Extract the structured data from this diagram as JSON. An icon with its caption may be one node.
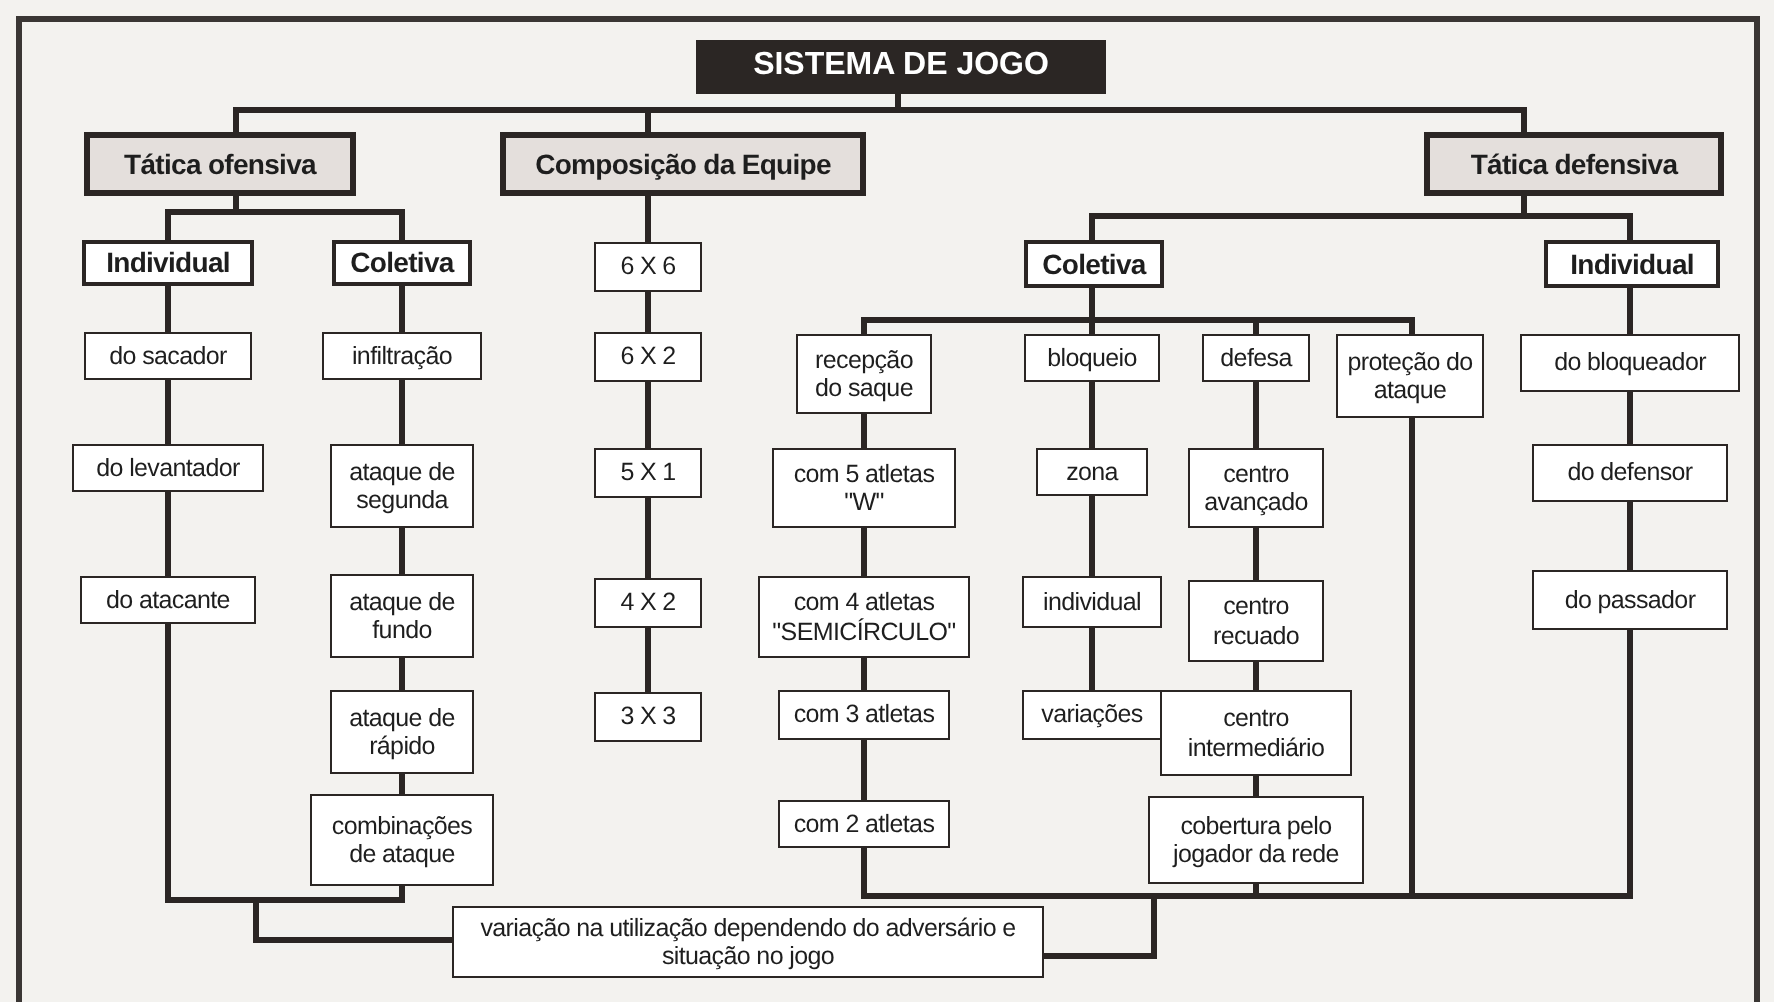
{
  "diagram": {
    "nodes": [
      {
        "text": [
          "SISTEMA DE JOGO"
        ]
      },
      {
        "text": [
          "Tática ofensiva"
        ]
      },
      {
        "text": [
          "Composição da Equipe"
        ]
      },
      {
        "text": [
          "Tática defensiva"
        ]
      },
      {
        "text": [
          "Individual"
        ]
      },
      {
        "text": [
          "Coletiva"
        ]
      },
      {
        "text": [
          "do sacador"
        ]
      },
      {
        "text": [
          "do levantador"
        ]
      },
      {
        "text": [
          "do atacante"
        ]
      },
      {
        "text": [
          "infiltração"
        ]
      },
      {
        "text": [
          "ataque de segunda"
        ]
      },
      {
        "text": [
          "ataque de fundo"
        ]
      },
      {
        "text": [
          "ataque de rápido"
        ]
      },
      {
        "text": [
          "combinações de ataque"
        ]
      },
      {
        "text": [
          "6 X 6"
        ]
      },
      {
        "text": [
          "6 X 2"
        ]
      },
      {
        "text": [
          "5 X 1"
        ]
      },
      {
        "text": [
          "4 X 2"
        ]
      },
      {
        "text": [
          "3 X 3"
        ]
      },
      {
        "text": [
          "Coletiva"
        ]
      },
      {
        "text": [
          "Individual"
        ]
      },
      {
        "text": [
          "recepção do saque"
        ]
      },
      {
        "text": [
          "bloqueio"
        ]
      },
      {
        "text": [
          "defesa"
        ]
      },
      {
        "text": [
          "proteção do ataque"
        ]
      },
      {
        "text": [
          "com 5 atletas \"W\""
        ]
      },
      {
        "text": [
          "com 4 atletas \"SEMICÍRCULO\""
        ]
      },
      {
        "text": [
          "com 3 atletas"
        ]
      },
      {
        "text": [
          "com 2 atletas"
        ]
      },
      {
        "text": [
          "zona"
        ]
      },
      {
        "text": [
          "individual"
        ]
      },
      {
        "text": [
          "variações"
        ]
      },
      {
        "text": [
          "centro avançado"
        ]
      },
      {
        "text": [
          "centro recuado"
        ]
      },
      {
        "text": [
          "centro intermediário"
        ]
      },
      {
        "text": [
          "cobertura pelo jogador da rede"
        ]
      },
      {
        "text": [
          "do bloqueador"
        ]
      },
      {
        "text": [
          "do defensor"
        ]
      },
      {
        "text": [
          "do passador"
        ]
      },
      {
        "text": [
          "variação na utilização dependendo do adversário e situação no jogo"
        ]
      }
    ],
    "edges": [
      {
        "from": 0,
        "to": 1,
        "arrow": "none"
      },
      {
        "from": 0,
        "to": 2,
        "arrow": "none"
      },
      {
        "from": 0,
        "to": 3,
        "arrow": "none"
      },
      {
        "from": 1,
        "to": 4,
        "arrow": "none"
      },
      {
        "from": 1,
        "to": 5,
        "arrow": "none"
      },
      {
        "from": 4,
        "to": 6,
        "arrow": "none"
      },
      {
        "from": 6,
        "to": 7,
        "arrow": "none"
      },
      {
        "from": 7,
        "to": 8,
        "arrow": "none"
      },
      {
        "from": 5,
        "to": 9,
        "arrow": "none"
      },
      {
        "from": 9,
        "to": 10,
        "arrow": "none"
      },
      {
        "from": 10,
        "to": 11,
        "arrow": "none"
      },
      {
        "from": 11,
        "to": 12,
        "arrow": "none"
      },
      {
        "from": 12,
        "to": 13,
        "arrow": "none"
      },
      {
        "from": 2,
        "to": 14,
        "arrow": "none"
      },
      {
        "from": 14,
        "to": 15,
        "arrow": "none"
      },
      {
        "from": 15,
        "to": 16,
        "arrow": "none"
      },
      {
        "from": 16,
        "to": 17,
        "arrow": "none"
      },
      {
        "from": 17,
        "to": 18,
        "arrow": "none"
      },
      {
        "from": 3,
        "to": 19,
        "arrow": "none"
      },
      {
        "from": 3,
        "to": 20,
        "arrow": "none"
      },
      {
        "from": 19,
        "to": 21,
        "arrow": "none"
      },
      {
        "from": 19,
        "to": 22,
        "arrow": "none"
      },
      {
        "from": 19,
        "to": 23,
        "arrow": "none"
      },
      {
        "from": 19,
        "to": 24,
        "arrow": "none"
      },
      {
        "from": 21,
        "to": 25,
        "arrow": "none"
      },
      {
        "from": 25,
        "to": 26,
        "arrow": "none"
      },
      {
        "from": 26,
        "to": 27,
        "arrow": "none"
      },
      {
        "from": 27,
        "to": 28,
        "arrow": "none"
      },
      {
        "from": 22,
        "to": 29,
        "arrow": "none"
      },
      {
        "from": 29,
        "to": 30,
        "arrow": "none"
      },
      {
        "from": 30,
        "to": 31,
        "arrow": "none"
      },
      {
        "from": 23,
        "to": 32,
        "arrow": "none"
      },
      {
        "from": 32,
        "to": 33,
        "arrow": "none"
      },
      {
        "from": 33,
        "to": 34,
        "arrow": "none"
      },
      {
        "from": 34,
        "to": 35,
        "arrow": "none"
      },
      {
        "from": 20,
        "to": 36,
        "arrow": "none"
      },
      {
        "from": 36,
        "to": 37,
        "arrow": "none"
      },
      {
        "from": 37,
        "to": 38,
        "arrow": "none"
      },
      {
        "from": 8,
        "to": 39,
        "arrow": "none"
      },
      {
        "from": 13,
        "to": 39,
        "arrow": "none"
      },
      {
        "from": 28,
        "to": 39,
        "arrow": "none"
      },
      {
        "from": 35,
        "to": 39,
        "arrow": "none"
      },
      {
        "from": 24,
        "to": 39,
        "arrow": "none"
      },
      {
        "from": 38,
        "to": 39,
        "arrow": "none"
      }
    ]
  }
}
